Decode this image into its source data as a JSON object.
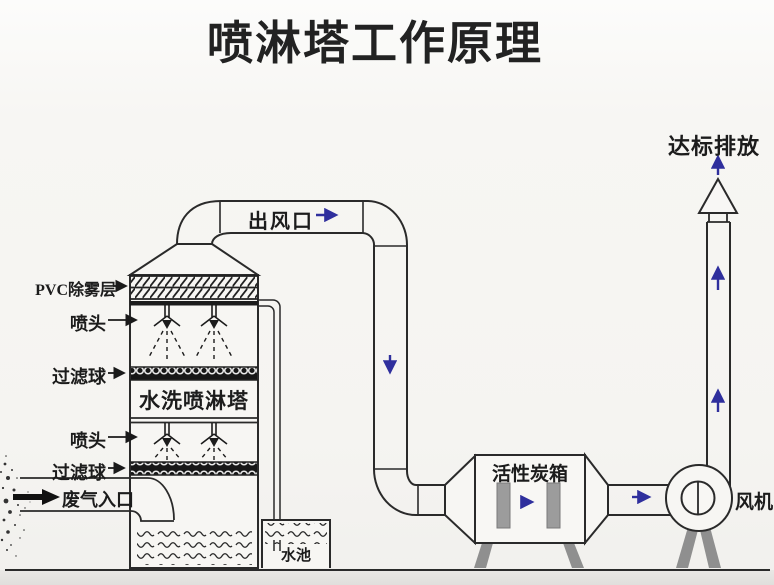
{
  "title": "喷淋塔工作原理",
  "labels": {
    "pvc_demister": "PVC除雾层",
    "spray_head_upper": "喷头",
    "filter_ball_upper": "过滤球",
    "tower_name": "水洗喷淋塔",
    "spray_head_lower": "喷头",
    "filter_ball_lower": "过滤球",
    "gas_inlet": "废气入口",
    "air_outlet": "出风口",
    "compliant_emission": "达标排放",
    "carbon_box": "活性炭箱",
    "fan": "风机",
    "water_pool": "水池"
  },
  "colors": {
    "line": "#262626",
    "flow_arrow": "#2f2f9d",
    "leg_gray": "#8f8f8f",
    "background": "#f5f4f1"
  }
}
